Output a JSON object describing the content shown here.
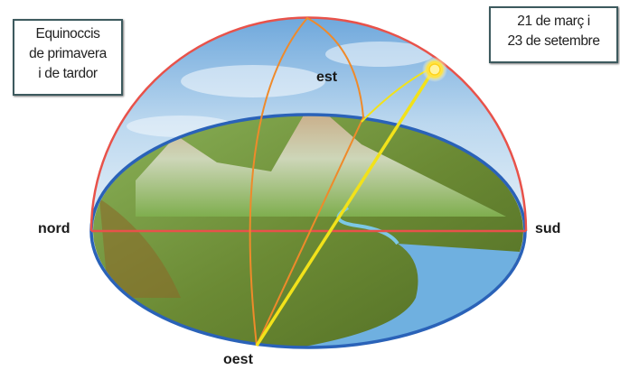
{
  "title_box": {
    "lines": [
      "Equinoccis",
      "de primavera",
      "i de tardor"
    ]
  },
  "date_box": {
    "lines": [
      "21 de març i",
      "23 de setembre"
    ]
  },
  "directions": {
    "north": "nord",
    "south": "sud",
    "east": "est",
    "west": "oest"
  },
  "colors": {
    "horizon": "#2a62b8",
    "meridian": "#e8524a",
    "sun_path": "#f2e21a",
    "solstice_path": "#ef8a2a",
    "sun": "#fff27a"
  }
}
